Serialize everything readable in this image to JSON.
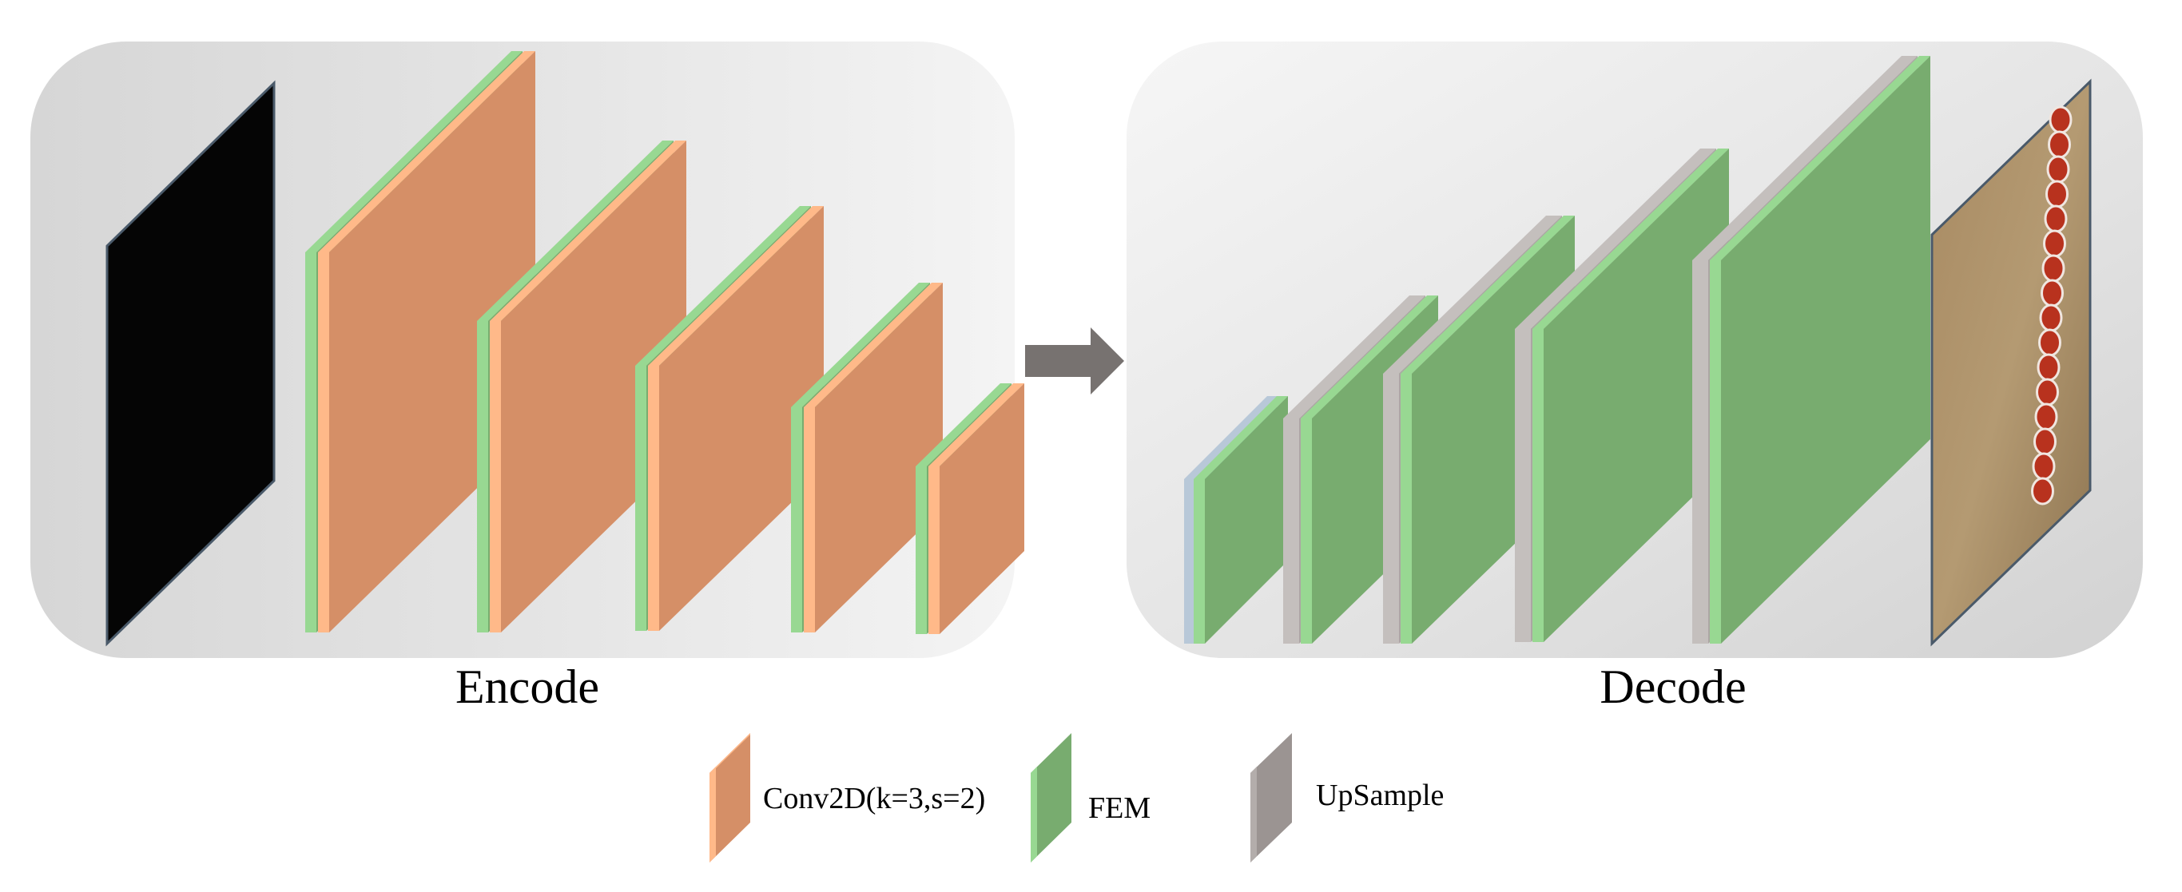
{
  "encode": {
    "label": "Encode"
  },
  "decode": {
    "label": "Decode"
  },
  "legend": {
    "conv": {
      "label": "Conv2D(k=3,s=2)",
      "color": "#d58f67"
    },
    "fem": {
      "label": "FEM",
      "color": "#78ac6f"
    },
    "upsample": {
      "label": "UpSample",
      "color": "#9b9492"
    }
  },
  "colors": {
    "conv_face": "#d58f67",
    "conv_light": "#ffb989",
    "fem_face": "#78ac6f",
    "fem_light": "#98d892",
    "upsample_face": "#aca6a4",
    "upsample_light": "#c4bfbd",
    "input_face": "#050505",
    "arrow": "#777270",
    "panel_stroke": "#4a5a6a"
  }
}
